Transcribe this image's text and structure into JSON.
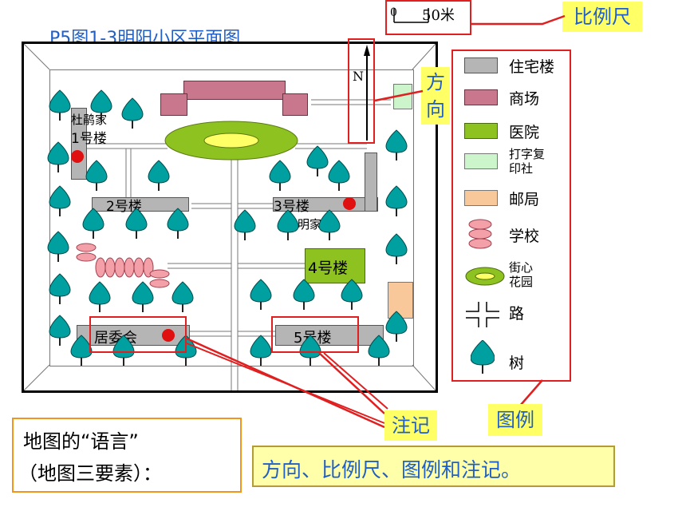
{
  "title": "P5图1-3明阳小区平面图",
  "scale_bar": {
    "zero": "0",
    "distance": "50米"
  },
  "tags": {
    "scale": "比例尺",
    "direction": "方向",
    "annotation": "注记",
    "legend": "图例"
  },
  "compass": {
    "north_letter": "N"
  },
  "buildings": {
    "b1": "1号楼",
    "b2": "2号楼",
    "b3": "3号楼",
    "b4": "4号楼",
    "b5": "5号楼"
  },
  "places": {
    "du_home": "杜鹃家",
    "wang_home": "王明家",
    "committee": "居委会"
  },
  "legend": [
    {
      "label": "住宅楼",
      "icon": "residential-swatch",
      "color": "#b5b5b5"
    },
    {
      "label": "商场",
      "icon": "mall-swatch",
      "color": "#c8778c"
    },
    {
      "label": "医院",
      "icon": "hospital-swatch",
      "color": "#8ec220"
    },
    {
      "label": "打字复印社",
      "icon": "print-shop-swatch",
      "color": "#ccf5cc"
    },
    {
      "label": "邮局",
      "icon": "post-office-swatch",
      "color": "#f8c89a"
    },
    {
      "label": "学校",
      "icon": "school-icon",
      "color": "#f4a0a8"
    },
    {
      "label": "街心花园",
      "icon": "garden-icon",
      "color": "#8ec220"
    },
    {
      "label": "路",
      "icon": "road-icon",
      "color": "#000000"
    },
    {
      "label": "树",
      "icon": "tree-icon",
      "color": "#00a0a0"
    }
  ],
  "legend_multiline": {
    "print_shop": [
      "打字复",
      "印社"
    ],
    "garden": [
      "街心",
      "花园"
    ]
  },
  "elements_note": {
    "heading": "地图的“语言”",
    "subheading": "（地图三要素）："
  },
  "answer": "方向、比例尺、图例和注记。",
  "colors": {
    "callout_red": "#e02020",
    "tag_yellow": "#ffff66",
    "title_blue": "#1f5fc7",
    "tree": "#00a0a0",
    "marker_red": "#e01010"
  }
}
